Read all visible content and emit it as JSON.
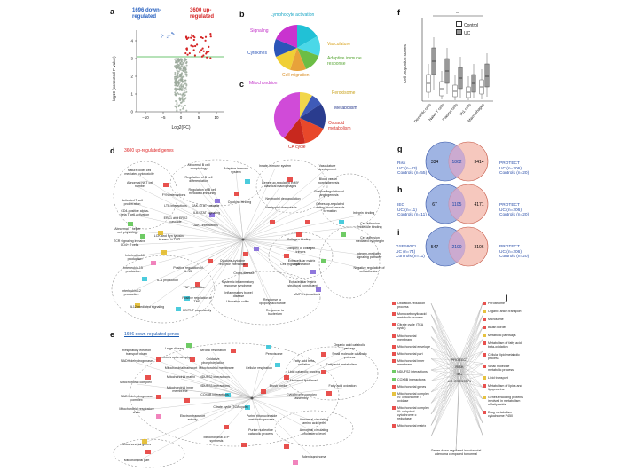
{
  "panels": {
    "a": {
      "letter": "a",
      "down_label_l1": "1696 down-",
      "down_label_l2": "regulated",
      "up_label_l1": "3600 up-",
      "up_label_l2": "regulated",
      "ylabel": "−log10 (corrected P-value)",
      "xlabel": "Log2(FC)",
      "yticks": [
        "0",
        "1",
        "2",
        "3",
        "4"
      ],
      "xticks": [
        "−10",
        "−5",
        "0",
        "5",
        "10"
      ]
    },
    "b": {
      "letter": "b",
      "labels": [
        "Lymphocyte activation",
        "Signaling",
        "Cytokines",
        "Cell migration",
        "Vasculature",
        "Adaptive immune response"
      ]
    },
    "c": {
      "letter": "c",
      "labels": [
        "Mitochondrion",
        "Peroxisome",
        "Metabolism",
        "Oxoacid metabolism",
        "TCA cycle"
      ]
    },
    "d": {
      "letter": "d",
      "title": "3600 up-regulated genes",
      "nodes": [
        "Natural killer cell mediated cytotoxicity",
        "Abnormal NKT cell number",
        "Abnormal B cell morphology",
        "Regulation of B cell differentiation",
        "Adaptive immune system",
        "Innate immune system",
        "Vasculature development",
        "Blood vessel morphogenesis",
        "Positive regulation of angiogenesis",
        "FYN interactions",
        "Regulation of B cell mediated immunity",
        "Genes up-regulated in MY classical macrophages",
        "LTB interactions",
        "JAK-STAT cascade",
        "IL6-STAT signaling",
        "Neutrophil degranulation",
        "Activated T cell proliferation",
        "CD4-positive alpha-beta T cell activation",
        "Cytokine binding",
        "Neutrophil chemotaxis",
        "Genes up-regulated during blood vessels formation",
        "Integrin binding",
        "TCR signaling in naive CD4+ T cells",
        "ERK1 and ERK2 cascade",
        "JAK1 interactions",
        "LCK and Fyn tyrosine kinases in TCR",
        "Cell adhesion molecule binding",
        "Cell adhesion mediated by integrin",
        "Abnormal T helper cell physiology",
        "Collagen binding",
        "Complex of collagen trimers",
        "Integrin-mediated signaling pathway",
        "Extracellular matrix organization",
        "Negative regulation of cell adhesion",
        "Interleukin-15 production",
        "Positive regulation of IL-15",
        "IL-1 production",
        "Interleukin-12 production",
        "TNF production",
        "Cell migration",
        "Crohn disease",
        "Cytokine-cytokine receptor interaction",
        "Systemic inflammatory response syndrome",
        "Inflammatory bowel disease",
        "Ulcerative colitis",
        "IL12-mediated signaling",
        "Positive regulation of TNF",
        "CD/TNF superfamily",
        "Extracellular matrix structural constituent",
        "MMPS interactions",
        "Response to lipopolysaccharide",
        "Response to bacterium",
        "Interleukin-10 production"
      ]
    },
    "e": {
      "letter": "e",
      "title": "1696 down-regulated genes",
      "nodes": [
        "Respiratory electron transport chain",
        "NADH dehydrogenase",
        "Large disease",
        "Leber's optic atrophy",
        "Aerobic respiration",
        "Oxidative phosphorylation",
        "Mitochondrial transport",
        "Mitochondrial membrane",
        "Mitochondrial matrix",
        "NDUFS2 interactions",
        "NDUFS3 interactions",
        "COX5B interactions",
        "Mitochondrial inner membrane",
        "Mitochondrial complex I",
        "Peroxisome",
        "Fatty acid beta-oxidation",
        "Lipid catabolic process",
        "Abnormal lipid level",
        "Fatty acid metabolism",
        "Fatty acid oxidation",
        "Citrate cycle (TCA cycle)",
        "Electron transport activity",
        "Cytochrome complex assembly",
        "Cellular respiration",
        "Purine ribonucleoside metabolic process",
        "Purine nucleotide catabolic process",
        "Abnormal circulating amino acid level",
        "Abnormal circulating cholesterol level",
        "Adenocarcinoma",
        "Mitochondrial genes",
        "Mitochondrial part",
        "Organic acid catabolic process",
        "Small molecule catabolic process",
        "Brush border",
        "NADH dehydrogenase complex",
        "Mitochondrial respiratory chain",
        "Mitochondrial ATP synthesis"
      ]
    },
    "f": {
      "letter": "f",
      "ylabel": "Cell proportion scores",
      "legend": [
        "Control",
        "UC"
      ],
      "sig": "**",
      "categories": [
        "Dendritic cells",
        "Naive T cells",
        "Plasma cells",
        "Th1 cells",
        "Macrophages"
      ]
    },
    "g": {
      "letter": "g",
      "left_l1": "Risk",
      "left_l2": "UC (n=43)",
      "left_l3": "Controls (n=55)",
      "right_l1": "PROTECT",
      "right_l2": "UC (n=206)",
      "right_l3": "Controls (n=20)",
      "left_only": "334",
      "overlap": "1862",
      "right_only": "3414"
    },
    "h": {
      "letter": "h",
      "left_l1": "IEC",
      "left_l2": "UC (n=11)",
      "left_l3": "Controls (n=11)",
      "right_l1": "PROTECT",
      "right_l2": "UC (n=206)",
      "right_l3": "Controls (n=20)",
      "left_only": "67",
      "overlap": "1105",
      "right_only": "4171"
    },
    "i": {
      "letter": "i",
      "left_l1": "GSE59071",
      "left_l2": "UC (n=74)",
      "left_l3": "Controls (n=11)",
      "right_l1": "PROTECT",
      "right_l2": "UC (n=206)",
      "right_l3": "Controls (n=20)",
      "left_only": "547",
      "overlap": "2190",
      "right_only": "3106"
    },
    "j": {
      "letter": "j",
      "center_labels": [
        "PROTECT",
        "RISK",
        "IEC",
        "UC GSE59071"
      ],
      "left_nodes": [
        "Oxidation-reduction process",
        "Monocarboxylic acid metabolic process",
        "Citrate cycle (TCA cycle)",
        "Mitochondrial membrane",
        "Mitochondrial envelope",
        "Mitochondrial part",
        "Mitochondrial inner membrane",
        "NDUFS2 interactions",
        "COX5B interactions",
        "Mitochondrial genes",
        "Mitochondrial complex IV: cytochrome c oxidase",
        "Mitochondrial complex III: ubiquinol cytochrome c reductase",
        "Mitochondrial matrix"
      ],
      "right_nodes": [
        "Peroxisome",
        "Organic anion transport",
        "Microsome",
        "Brush border",
        "Metabolic pathways",
        "Metabolism of fatty acid beta-oxidation",
        "Cellular lipid metabolic process",
        "Small molecule metabolic process",
        "Lipid transport",
        "Metabolism of lipids and lipoproteins",
        "Genes encoding proteins involved in metabolism of fatty acids",
        "Drug metabolism cytochrome P450"
      ],
      "bottom_node": "Genes down-regulated in colorectal adenoma compared to normal"
    }
  }
}
